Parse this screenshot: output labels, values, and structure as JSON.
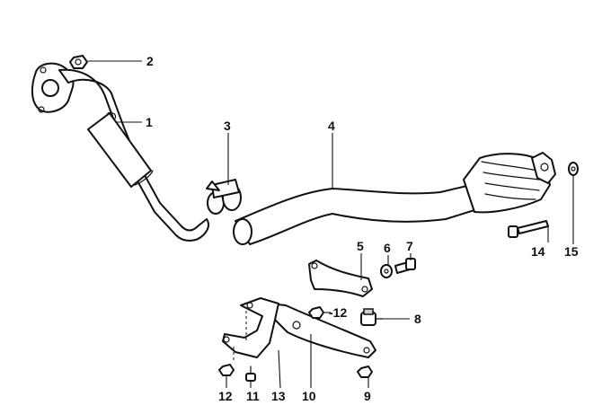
{
  "diagram": {
    "callouts": [
      {
        "id": "c1",
        "label": "1"
      },
      {
        "id": "c2",
        "label": "2"
      },
      {
        "id": "c3",
        "label": "3"
      },
      {
        "id": "c4",
        "label": "4"
      },
      {
        "id": "c5",
        "label": "5"
      },
      {
        "id": "c6",
        "label": "6"
      },
      {
        "id": "c7",
        "label": "7"
      },
      {
        "id": "c8",
        "label": "8"
      },
      {
        "id": "c9",
        "label": "9"
      },
      {
        "id": "c10",
        "label": "10"
      },
      {
        "id": "c11",
        "label": "11"
      },
      {
        "id": "c12a",
        "label": "12"
      },
      {
        "id": "c12b",
        "label": "-12"
      },
      {
        "id": "c13",
        "label": "13"
      },
      {
        "id": "c14",
        "label": "14"
      },
      {
        "id": "c15",
        "label": "15"
      }
    ]
  }
}
